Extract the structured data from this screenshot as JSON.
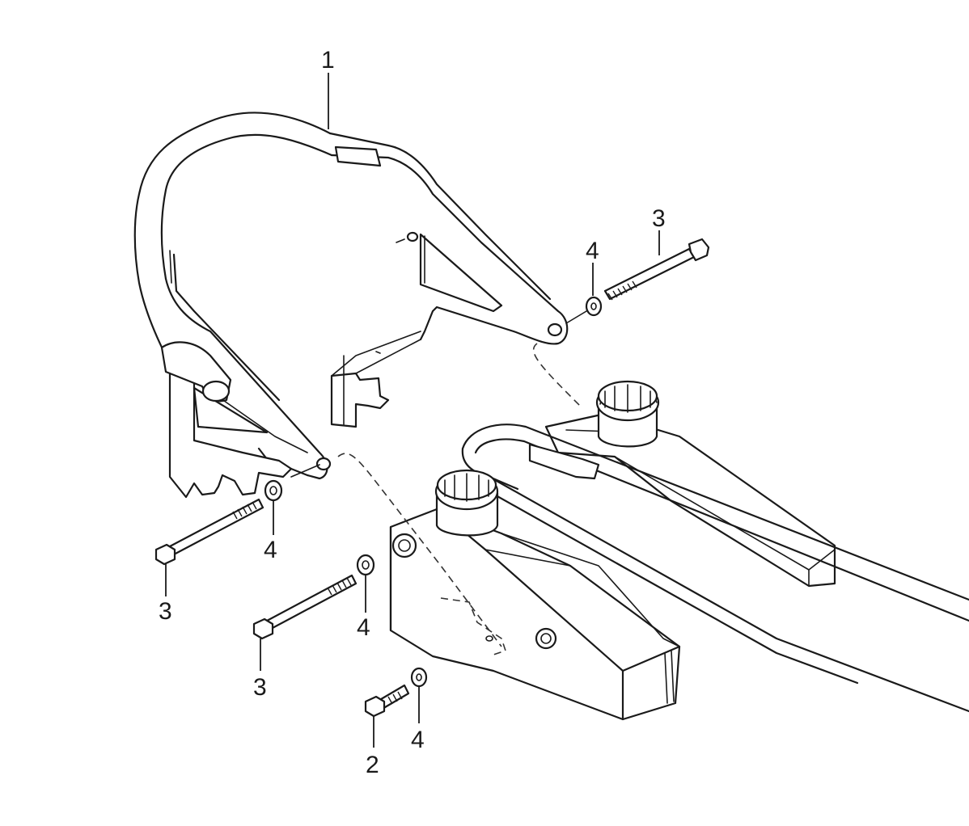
{
  "callouts": {
    "c1": "1",
    "c3_top": "3",
    "c4_top": "4",
    "c4_left": "4",
    "c3_left": "3",
    "c4_mid": "4",
    "c3_mid": "3",
    "c4_bottom": "4",
    "c2_bottom": "2"
  },
  "parts": [
    {
      "number": "1",
      "name": "guard-bar"
    },
    {
      "number": "2",
      "name": "short-bolt"
    },
    {
      "number": "3",
      "name": "long-bolt"
    },
    {
      "number": "4",
      "name": "washer"
    }
  ]
}
